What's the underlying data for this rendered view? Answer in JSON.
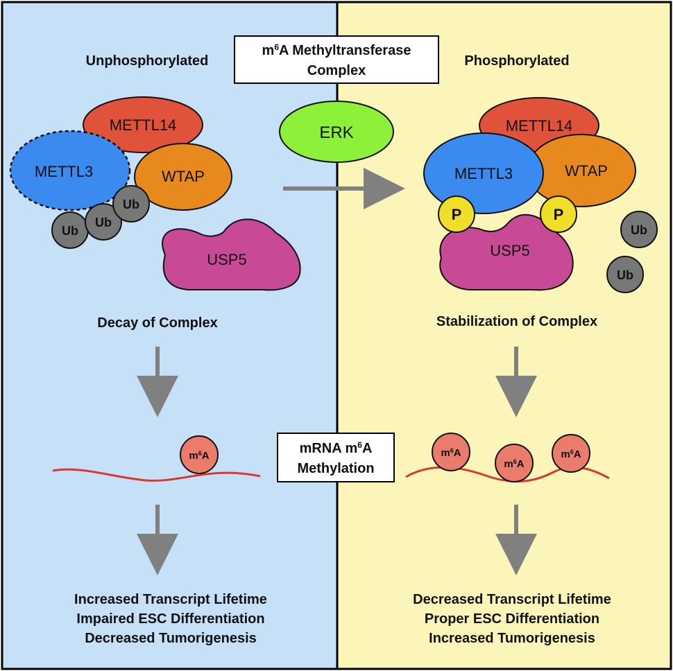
{
  "header": {
    "left_state": "Unphosphorylated",
    "right_state": "Phosphorylated",
    "complex_title_prefix": "m",
    "complex_title_sup": "6",
    "complex_title_rest": "A Methyltransferase",
    "complex_title_line2": "Complex"
  },
  "left": {
    "mettl14": "METTL14",
    "mettl3": "METTL3",
    "wtap": "WTAP",
    "ub": "Ub",
    "usp5": "USP5",
    "caption": "Decay of Complex",
    "m6a_prefix": "m",
    "m6a_sup": "6",
    "m6a_rest": "A",
    "outcomes": [
      "Increased Transcript Lifetime",
      "Impaired ESC Differentiation",
      "Decreased Tumorigenesis"
    ]
  },
  "center": {
    "erk": "ERK",
    "methylation_line1_prefix": "mRNA m",
    "methylation_line1_sup": "6",
    "methylation_line1_rest": "A",
    "methylation_line2": "Methylation"
  },
  "right": {
    "mettl14": "METTL14",
    "mettl3": "METTL3",
    "wtap": "WTAP",
    "p": "P",
    "usp5": "USP5",
    "ub": "Ub",
    "caption": "Stabilization of Complex",
    "m6a_prefix": "m",
    "m6a_sup": "6",
    "m6a_rest": "A",
    "outcomes": [
      "Decreased Transcript Lifetime",
      "Proper ESC Differentiation",
      "Increased Tumorigenesis"
    ]
  },
  "colors": {
    "left_bg": "#c5e0f7",
    "right_bg": "#fbf5b9",
    "mettl14": "#e0533a",
    "mettl3": "#3b8af0",
    "wtap": "#e7891d",
    "usp5": "#c84a96",
    "erk": "#8df039",
    "ub": "#777777",
    "p": "#f0df28",
    "m6a": "#ea7c6b",
    "mrna": "#d63a2c",
    "arrow": "#808080"
  }
}
